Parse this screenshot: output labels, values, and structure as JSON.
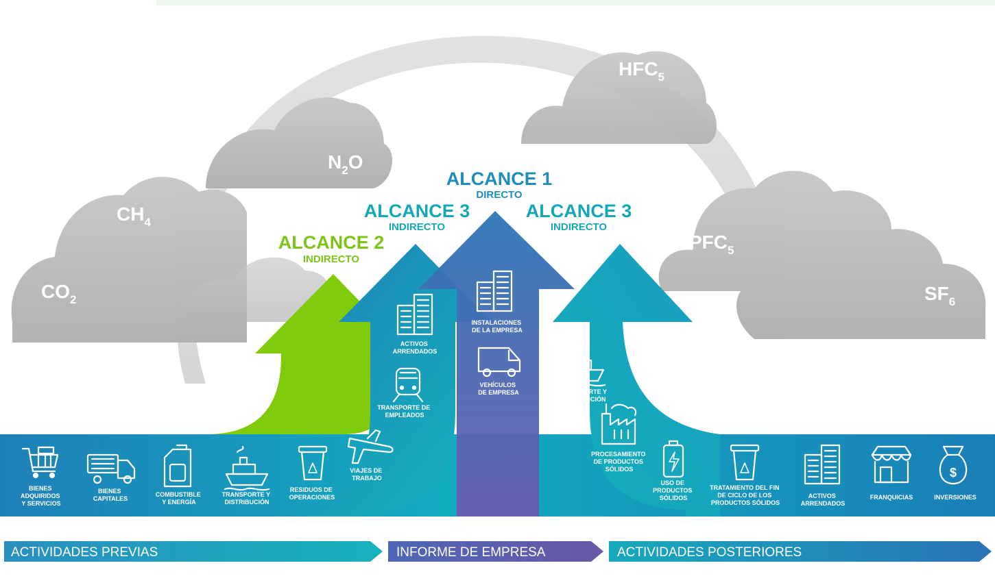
{
  "gases": {
    "co2": {
      "base": "CO",
      "sub": "2"
    },
    "ch4": {
      "base": "CH",
      "sub": "4"
    },
    "n2o": {
      "base": "N",
      "sub": "2",
      "tail": "O"
    },
    "hfc": {
      "base": "HFC",
      "sub": "5"
    },
    "pfc": {
      "base": "PFC",
      "sub": "5"
    },
    "sf6": {
      "base": "SF",
      "sub": "6"
    }
  },
  "scopes": {
    "scope1": {
      "title": "ALCANCE 1",
      "subtitle": "DIRECTO",
      "color": "#1f8fb5"
    },
    "scope3_left": {
      "title": "ALCANCE 3",
      "subtitle": "INDIRECTO",
      "color": "#17a9b7"
    },
    "scope3_right": {
      "title": "ALCANCE 3",
      "subtitle": "INDIRECTO",
      "color": "#17a9b7"
    },
    "scope2": {
      "title": "ALCANCE 2",
      "subtitle": "INDIRECTO",
      "color": "#7cc415"
    }
  },
  "colors": {
    "cloud": "#b8b8b8",
    "green": "#80cc0c",
    "teal": "#13a3bb",
    "blue": "#1e80b8",
    "purple": "#5d5aae"
  },
  "items": {
    "bienes_adquiridos": [
      "BIENES",
      "ADQUIRIDOS",
      "Y SERVICIOS"
    ],
    "bienes_capitales": [
      "BIENES",
      "CAPITALES"
    ],
    "combustible": [
      "COMBUSTIBLE",
      "Y ENERGÍA"
    ],
    "transporte_previo": [
      "TRANSPORTE Y",
      "DISTRIBUCIÓN"
    ],
    "residuos": [
      "RESIDUOS DE",
      "OPERACIONES"
    ],
    "viajes": [
      "VIAJES DE",
      "TRABAJO"
    ],
    "transporte_empleados": [
      "TRANSPORTE DE",
      "EMPLEADOS"
    ],
    "activos_previos": [
      "ACTIVOS",
      "ARRENDADOS"
    ],
    "instalaciones": [
      "INSTALACIONES",
      "DE LA EMPRESA"
    ],
    "vehiculos": [
      "VEHÍCULOS",
      "DE EMPRESA"
    ],
    "transporte_post": [
      "TRANSPORTE Y",
      "DISTRIBUCIÓN"
    ],
    "procesamiento": [
      "PROCESAMIENTO",
      "DE PRODUCTOS",
      "SÓLIDOS"
    ],
    "uso": [
      "USO DE",
      "PRODUCTOS",
      "SÓLIDOS"
    ],
    "tratamiento": [
      "TRATAMIENTO DEL FIN",
      "DE CICLO DE LOS",
      "PRODUCTOS SÓLIDOS"
    ],
    "activos_post": [
      "ACTIVOS",
      "ARRENDADOS"
    ],
    "franquicias": [
      "FRANQUICIAS"
    ],
    "inversiones": [
      "INVERSIONES"
    ]
  },
  "bands": {
    "previas": "ACTIVIDADES PREVIAS",
    "informe": "INFORME DE EMPRESA",
    "posteriores": "ACTIVIDADES POSTERIORES"
  }
}
